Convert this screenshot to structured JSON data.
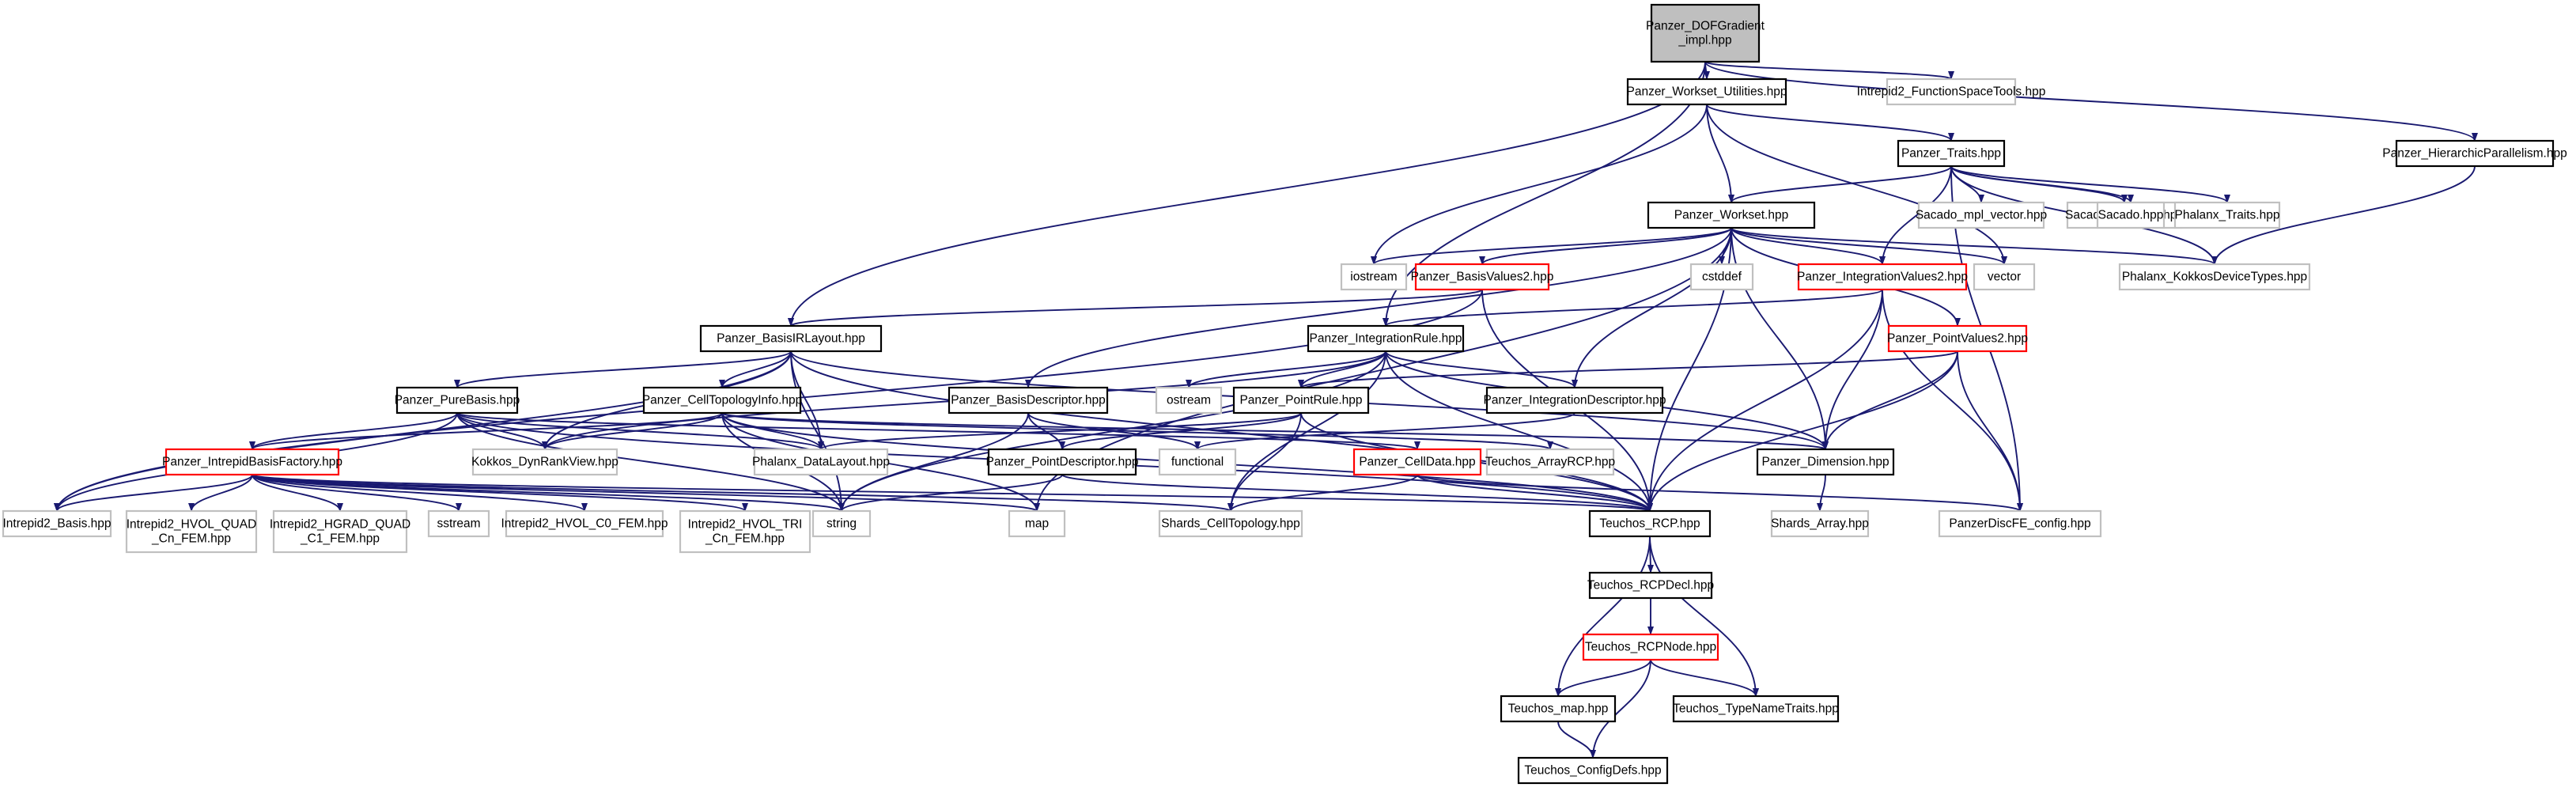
{
  "diagram": {
    "type": "include-dependency-graph",
    "colors": {
      "edge": "#191970",
      "root_fill": "#bfbfbf",
      "root_border": "#000000",
      "documented_border": "#000000",
      "undocumented_border": "#c0c0c0",
      "truncated_border": "#ff0000"
    },
    "nodes": [
      {
        "id": "root",
        "lines": [
          "Panzer_DOFGradient",
          "_impl.hpp"
        ],
        "kind": "root"
      },
      {
        "id": "workset_util",
        "lines": [
          "Panzer_Workset_Utilities.hpp"
        ],
        "kind": "documented"
      },
      {
        "id": "fst",
        "lines": [
          "Intrepid2_FunctionSpaceTools.hpp"
        ],
        "kind": "undocumented"
      },
      {
        "id": "hier",
        "lines": [
          "Panzer_HierarchicParallelism.hpp"
        ],
        "kind": "documented"
      },
      {
        "id": "traits",
        "lines": [
          "Panzer_Traits.hpp"
        ],
        "kind": "documented"
      },
      {
        "id": "workset",
        "lines": [
          "Panzer_Workset.hpp"
        ],
        "kind": "documented"
      },
      {
        "id": "mplvec",
        "lines": [
          "Sacado_mpl_vector.hpp"
        ],
        "kind": "undocumented"
      },
      {
        "id": "mplfind",
        "lines": [
          "Sacado_mpl_find.hpp"
        ],
        "kind": "undocumented"
      },
      {
        "id": "sacado",
        "lines": [
          "Sacado.hpp"
        ],
        "kind": "undocumented"
      },
      {
        "id": "phxtraits",
        "lines": [
          "Phalanx_Traits.hpp"
        ],
        "kind": "undocumented"
      },
      {
        "id": "iostream",
        "lines": [
          "iostream"
        ],
        "kind": "undocumented"
      },
      {
        "id": "bv2",
        "lines": [
          "Panzer_BasisValues2.hpp"
        ],
        "kind": "truncated"
      },
      {
        "id": "cstddef",
        "lines": [
          "cstddef"
        ],
        "kind": "undocumented"
      },
      {
        "id": "iv2",
        "lines": [
          "Panzer_IntegrationValues2.hpp"
        ],
        "kind": "truncated"
      },
      {
        "id": "vector",
        "lines": [
          "vector"
        ],
        "kind": "undocumented"
      },
      {
        "id": "phxkdt",
        "lines": [
          "Phalanx_KokkosDeviceTypes.hpp"
        ],
        "kind": "undocumented"
      },
      {
        "id": "birl",
        "lines": [
          "Panzer_BasisIRLayout.hpp"
        ],
        "kind": "documented"
      },
      {
        "id": "ir",
        "lines": [
          "Panzer_IntegrationRule.hpp"
        ],
        "kind": "documented"
      },
      {
        "id": "pv2",
        "lines": [
          "Panzer_PointValues2.hpp"
        ],
        "kind": "truncated"
      },
      {
        "id": "purebasis",
        "lines": [
          "Panzer_PureBasis.hpp"
        ],
        "kind": "documented"
      },
      {
        "id": "cti",
        "lines": [
          "Panzer_CellTopologyInfo.hpp"
        ],
        "kind": "documented"
      },
      {
        "id": "bdesc",
        "lines": [
          "Panzer_BasisDescriptor.hpp"
        ],
        "kind": "documented"
      },
      {
        "id": "ostream",
        "lines": [
          "ostream"
        ],
        "kind": "undocumented"
      },
      {
        "id": "pointrule",
        "lines": [
          "Panzer_PointRule.hpp"
        ],
        "kind": "documented"
      },
      {
        "id": "idesc",
        "lines": [
          "Panzer_IntegrationDescriptor.hpp"
        ],
        "kind": "documented"
      },
      {
        "id": "ibf",
        "lines": [
          "Panzer_IntrepidBasisFactory.hpp"
        ],
        "kind": "truncated"
      },
      {
        "id": "kdrv",
        "lines": [
          "Kokkos_DynRankView.hpp"
        ],
        "kind": "undocumented"
      },
      {
        "id": "phxdl",
        "lines": [
          "Phalanx_DataLayout.hpp"
        ],
        "kind": "undocumented"
      },
      {
        "id": "functional",
        "lines": [
          "functional"
        ],
        "kind": "undocumented"
      },
      {
        "id": "pdesc",
        "lines": [
          "Panzer_PointDescriptor.hpp"
        ],
        "kind": "documented"
      },
      {
        "id": "celldata",
        "lines": [
          "Panzer_CellData.hpp"
        ],
        "kind": "truncated"
      },
      {
        "id": "tarcp",
        "lines": [
          "Teuchos_ArrayRCP.hpp"
        ],
        "kind": "undocumented"
      },
      {
        "id": "dim",
        "lines": [
          "Panzer_Dimension.hpp"
        ],
        "kind": "documented"
      },
      {
        "id": "i2basis",
        "lines": [
          "Intrepid2_Basis.hpp"
        ],
        "kind": "undocumented"
      },
      {
        "id": "hvolquad",
        "lines": [
          "Intrepid2_HVOL_QUAD",
          "_Cn_FEM.hpp"
        ],
        "kind": "undocumented"
      },
      {
        "id": "hgradquad",
        "lines": [
          "Intrepid2_HGRAD_QUAD",
          "_C1_FEM.hpp"
        ],
        "kind": "undocumented"
      },
      {
        "id": "sstream",
        "lines": [
          "sstream"
        ],
        "kind": "undocumented"
      },
      {
        "id": "hvolc0",
        "lines": [
          "Intrepid2_HVOL_C0_FEM.hpp"
        ],
        "kind": "undocumented"
      },
      {
        "id": "hvoltri",
        "lines": [
          "Intrepid2_HVOL_TRI",
          "_Cn_FEM.hpp"
        ],
        "kind": "undocumented"
      },
      {
        "id": "string",
        "lines": [
          "string"
        ],
        "kind": "undocumented"
      },
      {
        "id": "map",
        "lines": [
          "map"
        ],
        "kind": "undocumented"
      },
      {
        "id": "shardsct",
        "lines": [
          "Shards_CellTopology.hpp"
        ],
        "kind": "undocumented"
      },
      {
        "id": "trcp",
        "lines": [
          "Teuchos_RCP.hpp"
        ],
        "kind": "documented"
      },
      {
        "id": "shardsarr",
        "lines": [
          "Shards_Array.hpp"
        ],
        "kind": "undocumented"
      },
      {
        "id": "pdfeconfig",
        "lines": [
          "PanzerDiscFE_config.hpp"
        ],
        "kind": "undocumented"
      },
      {
        "id": "rcpdecl",
        "lines": [
          "Teuchos_RCPDecl.hpp"
        ],
        "kind": "documented"
      },
      {
        "id": "rcpnode",
        "lines": [
          "Teuchos_RCPNode.hpp"
        ],
        "kind": "truncated"
      },
      {
        "id": "tmap",
        "lines": [
          "Teuchos_map.hpp"
        ],
        "kind": "documented"
      },
      {
        "id": "tnt",
        "lines": [
          "Teuchos_TypeNameTraits.hpp"
        ],
        "kind": "documented"
      },
      {
        "id": "configdefs",
        "lines": [
          "Teuchos_ConfigDefs.hpp"
        ],
        "kind": "documented"
      }
    ],
    "edges": [
      [
        "root",
        "workset_util"
      ],
      [
        "root",
        "fst"
      ],
      [
        "root",
        "hier"
      ],
      [
        "root",
        "birl"
      ],
      [
        "root",
        "ir"
      ],
      [
        "workset_util",
        "traits"
      ],
      [
        "workset_util",
        "workset"
      ],
      [
        "workset_util",
        "iostream"
      ],
      [
        "workset_util",
        "vector"
      ],
      [
        "hier",
        "phxkdt"
      ],
      [
        "traits",
        "workset"
      ],
      [
        "traits",
        "mplvec"
      ],
      [
        "traits",
        "mplfind"
      ],
      [
        "traits",
        "sacado"
      ],
      [
        "traits",
        "phxtraits"
      ],
      [
        "traits",
        "phxkdt"
      ],
      [
        "traits",
        "pdfeconfig"
      ],
      [
        "traits",
        "iv2"
      ],
      [
        "workset",
        "iostream"
      ],
      [
        "workset",
        "bv2"
      ],
      [
        "workset",
        "cstddef"
      ],
      [
        "workset",
        "iv2"
      ],
      [
        "workset",
        "vector"
      ],
      [
        "workset",
        "phxkdt"
      ],
      [
        "workset",
        "pv2"
      ],
      [
        "workset",
        "bdesc"
      ],
      [
        "workset",
        "idesc"
      ],
      [
        "workset",
        "dim"
      ],
      [
        "workset",
        "trcp"
      ],
      [
        "workset",
        "map"
      ],
      [
        "bv2",
        "birl"
      ],
      [
        "bv2",
        "i2basis"
      ],
      [
        "bv2",
        "trcp"
      ],
      [
        "iv2",
        "ir"
      ],
      [
        "iv2",
        "dim"
      ],
      [
        "iv2",
        "trcp"
      ],
      [
        "iv2",
        "pdfeconfig"
      ],
      [
        "birl",
        "purebasis"
      ],
      [
        "birl",
        "cti"
      ],
      [
        "birl",
        "kdrv"
      ],
      [
        "birl",
        "phxdl"
      ],
      [
        "birl",
        "dim"
      ],
      [
        "birl",
        "i2basis"
      ],
      [
        "birl",
        "string"
      ],
      [
        "birl",
        "trcp"
      ],
      [
        "ir",
        "pointrule"
      ],
      [
        "ir",
        "idesc"
      ],
      [
        "ir",
        "ostream"
      ],
      [
        "ir",
        "string"
      ],
      [
        "ir",
        "kdrv"
      ],
      [
        "ir",
        "shardsct"
      ],
      [
        "ir",
        "trcp"
      ],
      [
        "ir",
        "dim"
      ],
      [
        "pv2",
        "pointrule"
      ],
      [
        "pv2",
        "dim"
      ],
      [
        "pv2",
        "trcp"
      ],
      [
        "pv2",
        "pdfeconfig"
      ],
      [
        "purebasis",
        "ibf"
      ],
      [
        "purebasis",
        "kdrv"
      ],
      [
        "purebasis",
        "phxdl"
      ],
      [
        "purebasis",
        "i2basis"
      ],
      [
        "purebasis",
        "string"
      ],
      [
        "purebasis",
        "trcp"
      ],
      [
        "purebasis",
        "celldata"
      ],
      [
        "cti",
        "ibf"
      ],
      [
        "cti",
        "kdrv"
      ],
      [
        "cti",
        "phxdl"
      ],
      [
        "cti",
        "tarcp"
      ],
      [
        "cti",
        "string"
      ],
      [
        "cti",
        "trcp"
      ],
      [
        "cti",
        "dim"
      ],
      [
        "cti",
        "map"
      ],
      [
        "bdesc",
        "pdesc"
      ],
      [
        "bdesc",
        "functional"
      ],
      [
        "bdesc",
        "string"
      ],
      [
        "pointrule",
        "pdesc"
      ],
      [
        "pointrule",
        "phxdl"
      ],
      [
        "pointrule",
        "shardsct"
      ],
      [
        "pointrule",
        "trcp"
      ],
      [
        "idesc",
        "functional"
      ],
      [
        "ibf",
        "i2basis"
      ],
      [
        "ibf",
        "hvolquad"
      ],
      [
        "ibf",
        "hgradquad"
      ],
      [
        "ibf",
        "sstream"
      ],
      [
        "ibf",
        "hvolc0"
      ],
      [
        "ibf",
        "hvoltri"
      ],
      [
        "ibf",
        "string"
      ],
      [
        "ibf",
        "map"
      ],
      [
        "ibf",
        "trcp"
      ],
      [
        "ibf",
        "shardsct"
      ],
      [
        "pdesc",
        "string"
      ],
      [
        "pdesc",
        "trcp"
      ],
      [
        "celldata",
        "shardsct"
      ],
      [
        "celldata",
        "trcp"
      ],
      [
        "celldata",
        "pdfeconfig"
      ],
      [
        "dim",
        "shardsarr"
      ],
      [
        "trcp",
        "rcpdecl"
      ],
      [
        "trcp",
        "tmap"
      ],
      [
        "trcp",
        "tnt"
      ],
      [
        "rcpdecl",
        "rcpnode"
      ],
      [
        "rcpnode",
        "tmap"
      ],
      [
        "rcpnode",
        "tnt"
      ],
      [
        "rcpnode",
        "configdefs"
      ],
      [
        "tmap",
        "configdefs"
      ]
    ]
  }
}
